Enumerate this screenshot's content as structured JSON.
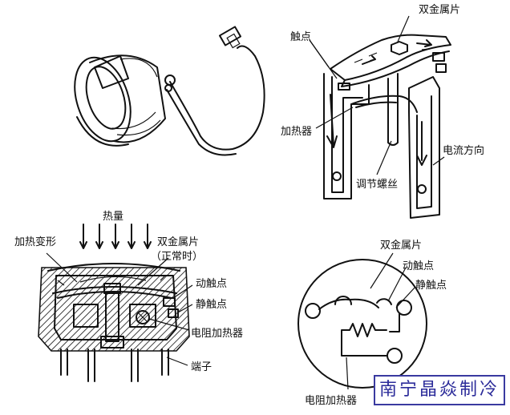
{
  "labels": {
    "bimetal_top": "双金属片",
    "contact_top": "触点",
    "heater_top": "加热器",
    "current_dir": "电流方向",
    "adjust_screw": "调节螺丝",
    "heat": "热量",
    "heat_deform": "加热变形",
    "bimetal_mid": "双金属片",
    "normal": "（正常时）",
    "moving_contact": "动触点",
    "static_contact": "静触点",
    "resistive_heater": "电阻加热器",
    "terminal": "端子",
    "bimetal_right": "双金属片",
    "moving_contact_right": "动触点",
    "static_contact_right": "静触点",
    "resistive_heater_bottom": "电阻加热器"
  },
  "watermark": "南宁晶焱制冷",
  "colors": {
    "ink": "#111111",
    "watermark": "#2c2c9a"
  }
}
